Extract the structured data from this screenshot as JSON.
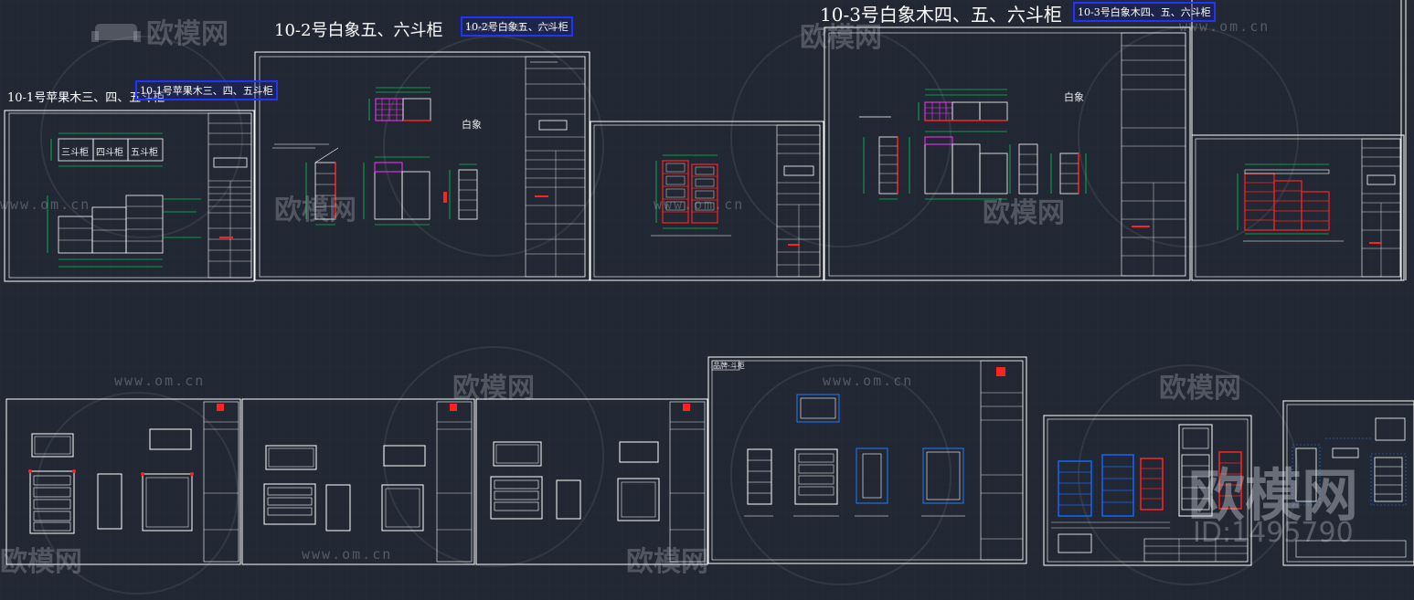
{
  "drawings": {
    "d1": {
      "title": "10-1号苹果木三、四、五斗柜",
      "tag": "10-1号苹果木三、四、五斗柜",
      "cells": [
        "三斗柜",
        "四斗柜",
        "五斗柜"
      ]
    },
    "d2": {
      "title": "10-2号白象五、六斗柜",
      "tag": "10-2号白象五、六斗柜",
      "label": "白象"
    },
    "d3": {
      "title": "10-3号白象木四、五、六斗柜",
      "tag": "10-3号白象木四、五、六斗柜",
      "label": "白象"
    },
    "d7": {
      "header": "品牌-斗柜"
    }
  },
  "watermarks": {
    "brand": "欧模网",
    "url": "www.om.cn",
    "id_text": "ID:1495790"
  },
  "colors": {
    "background": "#222833",
    "line": "#ffffff",
    "dimension": "#00ff66",
    "accent_red": "#ff2222",
    "accent_magenta": "#ff33ff",
    "accent_blue": "#1166ff",
    "tag_border": "#2233ff"
  }
}
